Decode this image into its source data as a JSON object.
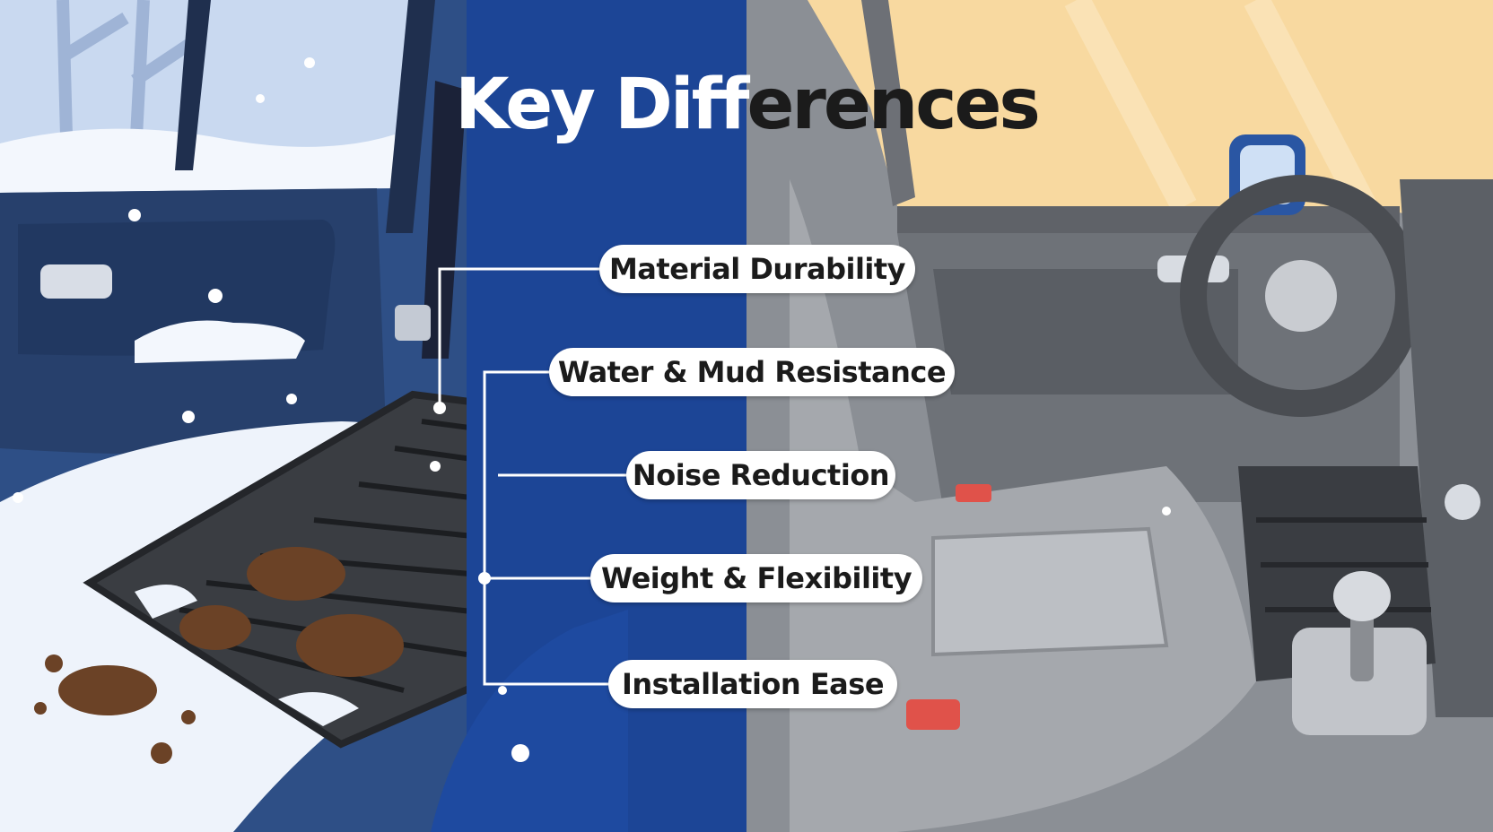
{
  "title": {
    "part1": "Key Diff",
    "part2": "erences"
  },
  "labels": [
    "Material Durability",
    "Water & Mud Resistance",
    "Noise Reduction",
    "Weight & Flexibility",
    "Installation Ease"
  ],
  "colors": {
    "winter_sky": "#c7d6ee",
    "snow": "#eef3fb",
    "door_panel": "#2c4a7c",
    "center_blue": "#1c4596",
    "interior_grey": "#8e9196",
    "sunny_window": "#f8d9a0",
    "mud": "#6b4226",
    "rubber_mat": "#3a3d42"
  }
}
